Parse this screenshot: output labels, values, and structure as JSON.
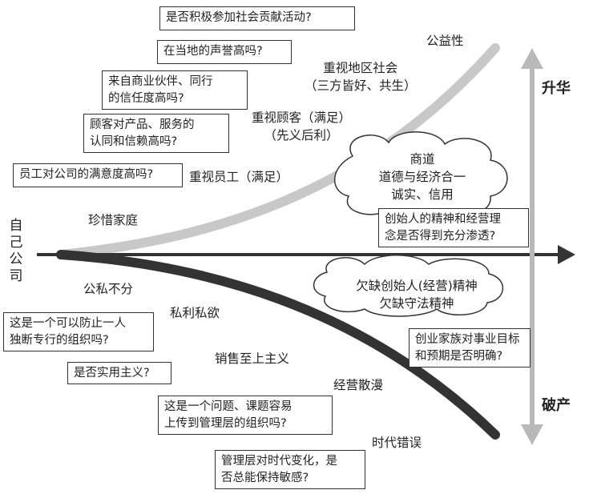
{
  "y_axis": {
    "top_label": "升华",
    "bottom_label": "破产"
  },
  "x_axis": {
    "label": "自己\n公司"
  },
  "upper_curve": {
    "end_label": "公益性",
    "labels": [
      "珍惜家庭",
      "重视员工（满足）",
      "重视顾客（满足）\n（先义后利）",
      "重视地区社会\n（三方皆好、共生）"
    ]
  },
  "lower_curve": {
    "labels": [
      "公私不分",
      "私利私欲",
      "销售至上主义",
      "经营散漫",
      "时代错误"
    ]
  },
  "clouds": {
    "upper": "商道\n道德与经济合一\n诚实、信用",
    "lower": "欠缺创始人(经营)精神\n欠缺守法精神"
  },
  "upper_questions": [
    "是否积极参加社会贡献活动?",
    "在当地的声誉高吗?",
    "来自商业伙伴、同行\n的信任度高吗?",
    "顾客对产品、服务的\n认同和信赖高吗?",
    "员工对公司的满意度高吗?",
    "创始人的精神和经营理\n念是否得到充分渗透?"
  ],
  "lower_questions": [
    "这是一个可以防止一人\n独断专行的组织吗?",
    "是否实用主义?",
    "这是一个问题、课题容易\n上传到管理层的组织吗?",
    "管理层对时代变化，是\n否总能保持敏感?",
    "创业家族对事业目标\n和预期是否明确?"
  ]
}
